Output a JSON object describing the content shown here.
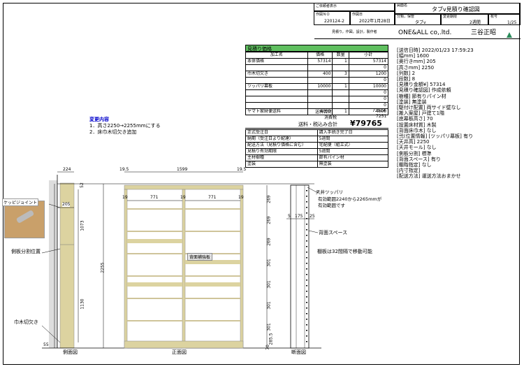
{
  "header": {
    "cell_labels": {
      "approval": "ご依頼者表示",
      "project_no_label": "作図ＮＯ",
      "date_label": "作図日",
      "drawing_name_label": "図面名",
      "category_label": "分類，保管",
      "change_label": "変更期限",
      "sheet_label": "枚号"
    },
    "project_no": "220124-2",
    "date": "2022年1月28日",
    "drawing_name": "タブv見積り確認図",
    "category": "タブv",
    "period": "2週間",
    "sheet": "1/25",
    "role_line": "見積り，作図，設計，製作者",
    "company": "ONE&ALL co,.ltd.",
    "designer": "三谷正昭"
  },
  "estimate": {
    "title": "見積り価格",
    "columns": [
      "加工名",
      "価格",
      "数量",
      "小計"
    ],
    "rows": [
      {
        "name": "本体価格",
        "price": "57314",
        "qty": "1",
        "subtotal": "57314"
      },
      {
        "name": "",
        "price": "",
        "qty": "",
        "subtotal": "0"
      },
      {
        "name": "巾木切欠き",
        "price": "400",
        "qty": "3",
        "subtotal": "1200"
      },
      {
        "name": "",
        "price": "",
        "qty": "",
        "subtotal": "0"
      },
      {
        "name": "ツッパリ幕板",
        "price": "10000",
        "qty": "1",
        "subtotal": "10000"
      },
      {
        "name": "",
        "price": "",
        "qty": "",
        "subtotal": "0"
      },
      {
        "name": "",
        "price": "",
        "qty": "",
        "subtotal": "0"
      },
      {
        "name": "",
        "price": "",
        "qty": "",
        "subtotal": "0"
      },
      {
        "name": "ヤマト家財便送料",
        "price": "4000",
        "qty": "1",
        "subtotal": "4000"
      }
    ],
    "total_label": "送料合計",
    "total": "72514",
    "tax_label": "消費税",
    "tax": "7251",
    "grand_label": "送料・税込み合計",
    "grand": "¥79765",
    "info_rows": [
      {
        "label": "正式受注日",
        "value": "請入手続き完了日"
      },
      {
        "label": "納期（受注日より配達）",
        "value": "5週間"
      },
      {
        "label": "配送方法（見積り価格に含む）",
        "value": "宅配便（組立式）"
      },
      {
        "label": "見積り有効期限",
        "value": "5週間"
      },
      {
        "label": "主材樹種",
        "value": "節有パイン材"
      },
      {
        "label": "塗装",
        "value": "無塗装"
      }
    ]
  },
  "spec": [
    "[送信日時] 2022/01/23 17:59:23",
    "[幅mm] 1600",
    "[奥行きmm] 205",
    "[高さmm] 2250",
    "[列数] 2",
    "[段数] 8",
    "[見積り金額¥] 57314",
    "[見積り確認図] 作成依頼",
    "[樹種] 節有りパイン材",
    "[塗装] 無塗装",
    "[駆付け配置] 両サイド壁なし",
    "[搬入案屋] 戸建て1階",
    "[底幕板高さ] 70",
    "[設置床材質] 木製",
    "[背面床巾木] なし",
    "[弐(位置情報] [ツッパリ幕板] 有り",
    "[天井高] 2250",
    "[天井モール] なし",
    "[側板分割] 標準",
    "[背面スペース] 有り",
    "[棚階指定] なし",
    "[内寸指定]",
    "[配送方法] 運送方法おまかせ"
  ],
  "changes": {
    "title": "変更内容",
    "items": [
      "1．高さ2250→2255mmにする",
      "2．床巾木切欠き追加"
    ]
  },
  "drawing": {
    "labels": {
      "side_view": "側面図",
      "front_view": "正面図",
      "section_view": "断面図",
      "dowel_joint": "ケッピジョイント",
      "side_split": "側板分割位置",
      "baseboard_notch": "巾木切欠き",
      "back_reinforcement": "背面補強板",
      "ceiling_brace": "天井ツッパリ",
      "brace_range": "有効範囲2240から2265mmが",
      "brace_range2": "有効範囲です",
      "back_space": "背面スペース",
      "shelf_note": "棚板は32間隔で移動可能"
    },
    "dims": {
      "side_width": "224",
      "side_depth": "205",
      "top_52": "52",
      "upper_1073": "1073",
      "lower_1130": "1130",
      "base_55": "55",
      "total_2255": "2255",
      "top_left": "19.5",
      "top_right": "19.5",
      "inner_1599": "1599",
      "panel_19a": "19",
      "panel_19b": "19",
      "panel_19c": "19",
      "bay_771a": "771",
      "bay_771b": "771",
      "sec_5": "5",
      "sec_175": "175",
      "sec_25": "25",
      "sec_heights": [
        "269",
        "269",
        "269",
        "301",
        "301",
        "301",
        "301",
        "285.5",
        "70"
      ]
    }
  }
}
